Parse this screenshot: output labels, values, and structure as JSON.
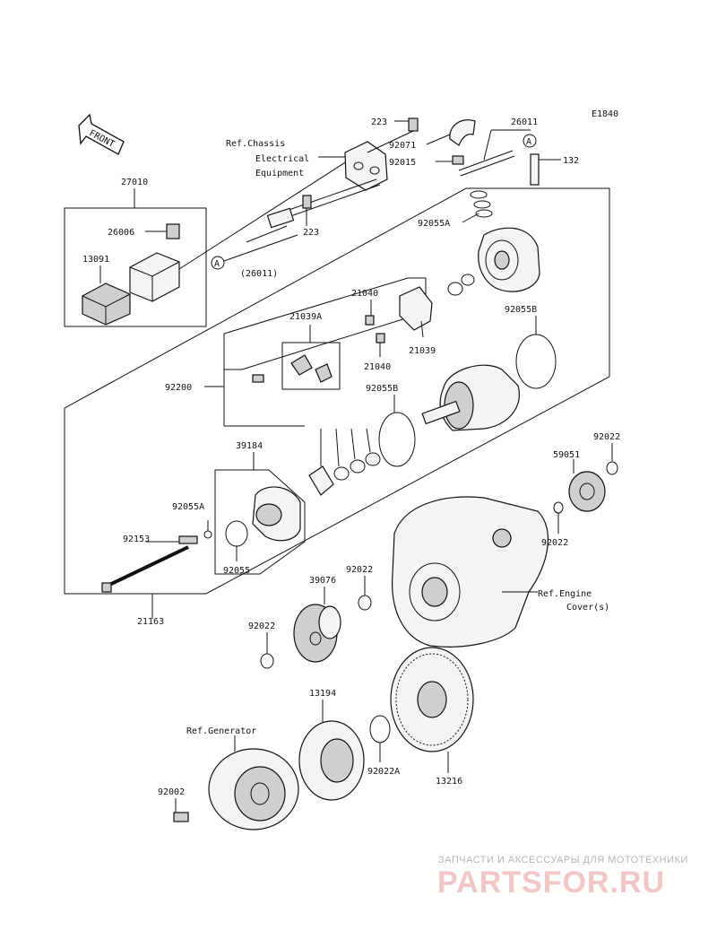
{
  "diagram_code": "E1840",
  "front_label": "FRONT",
  "callout_letter": "A",
  "refs": {
    "chassis_line1": "Ref.Chassis",
    "chassis_line2": "Electrical",
    "chassis_line3": "Equipment",
    "engine_line1": "Ref.Engine",
    "engine_line2": "Cover(s)",
    "generator": "Ref.Generator"
  },
  "parts": {
    "p27010": "27010",
    "p26006": "26006",
    "p13091": "13091",
    "p223_top": "223",
    "p223_mid": "223",
    "p26011": "26011",
    "p26011_paren": "(26011)",
    "p92071": "92071",
    "p92015": "92015",
    "p132": "132",
    "p92055A_top": "92055A",
    "p21040_top": "21040",
    "p21039A": "21039A",
    "p21039": "21039",
    "p21040_bot": "21040",
    "p92055B_right": "92055B",
    "p92200": "92200",
    "p92055B_left": "92055B",
    "p39184": "39184",
    "p92055A_left": "92055A",
    "p92153": "92153",
    "p92055": "92055",
    "p21163": "21163",
    "p92022_tr": "92022",
    "p59051": "59051",
    "p92022_r": "92022",
    "p92022_mid": "92022",
    "p39076": "39076",
    "p92022_l": "92022",
    "p13194": "13194",
    "p92022A": "92022A",
    "p13216": "13216",
    "p92002": "92002"
  },
  "watermark": {
    "tagline": "ЗАПЧАСТИ И АКСЕССУАРЫ ДЛЯ МОТОТЕХНИКИ",
    "brand": "PARTSFOR.RU"
  }
}
